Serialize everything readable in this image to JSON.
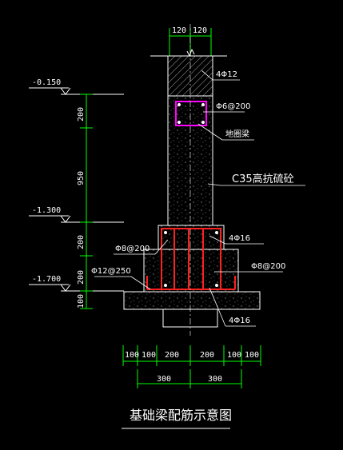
{
  "top_dims": [
    "120",
    "120"
  ],
  "levels": [
    "-0.150",
    "-1.300",
    "-1.700"
  ],
  "left_dims": [
    "200",
    "950",
    "200",
    "200",
    "100"
  ],
  "callouts": {
    "top_rebar": "4Φ12",
    "stirrup": "Φ6@200",
    "ring_beam": "地圈梁",
    "concrete": "C35高抗硫砼",
    "mid_rebar": "4Φ16",
    "footing_stirrup_left": "Φ8@200",
    "footing_stirrup_right": "Φ8@200",
    "bottom_mesh": "Φ12@250",
    "bottom_rebar": "4Φ16"
  },
  "bottom_dims_row1": [
    "100",
    "100",
    "200",
    "200",
    "100",
    "100"
  ],
  "bottom_dims_row2": [
    "300",
    "300"
  ],
  "title": "基础梁配筋示意图",
  "colors": {
    "background": "#000000",
    "lines": "#ffffff",
    "dimension": "#00ff00",
    "rebar_red": "#ff2020",
    "stirrup_magenta": "#ff00ff"
  }
}
